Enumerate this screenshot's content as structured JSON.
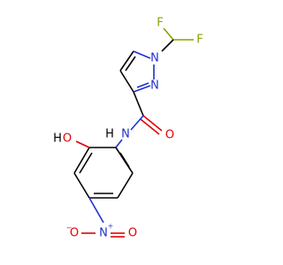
{
  "molecule": {
    "atoms": {
      "f1": "F",
      "f2": "F",
      "n_pyrazole_1": "N",
      "n_pyrazole_2": "N",
      "n_amide": "N",
      "h_amide": "H",
      "o_carbonyl": "O",
      "o_hydroxyl": "O",
      "h_hydroxyl": "H",
      "n_nitro": "N",
      "nitro_plus": "+",
      "o_nitro_1": "O",
      "nitro_minus": "−",
      "o_nitro_2": "O"
    },
    "colors": {
      "carbon": "#000000",
      "nitrogen": "#2030d0",
      "oxygen": "#e00000",
      "fluorine": "#8aa000"
    }
  }
}
